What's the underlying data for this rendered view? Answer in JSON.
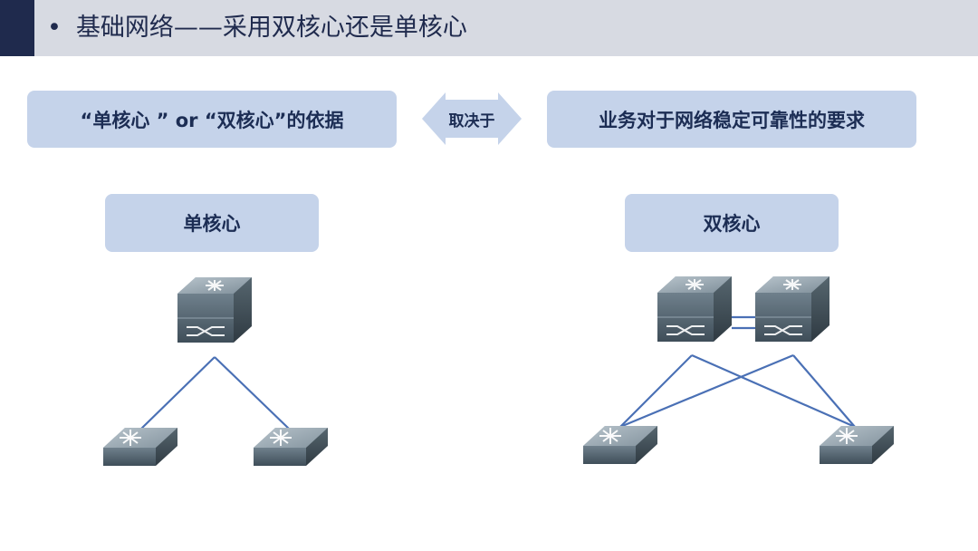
{
  "header": {
    "bullet": "•",
    "title": "基础网络——采用双核心还是单核心"
  },
  "boxes": {
    "basis": "“单核心 ” or “双核心”的依据",
    "depends_on": "取决于",
    "requirement": "业务对于网络稳定可靠性的要求",
    "single_core": "单核心",
    "dual_core": "双核心"
  },
  "colors": {
    "header_bg": "#d7dae2",
    "header_accent": "#1f2a4d",
    "box_bg": "#c5d3ea",
    "text": "#1c2d54",
    "link": "#4a70b5"
  },
  "icons": {
    "core_switch": "core-switch-icon",
    "access_switch": "access-switch-icon"
  }
}
